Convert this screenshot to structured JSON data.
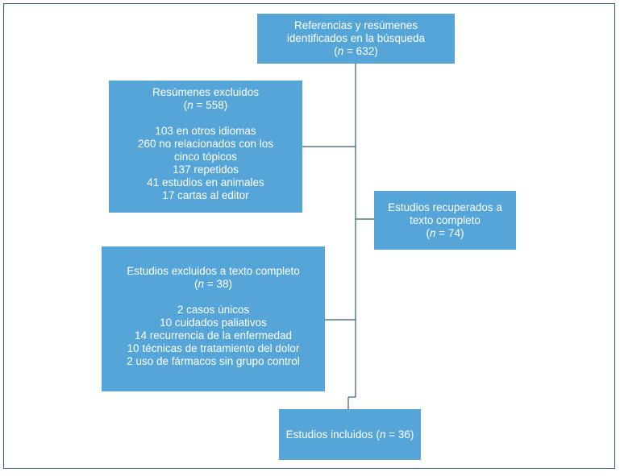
{
  "search_box": {
    "line1": "Referencias y resúmenes",
    "line2": "identificados en la búsqueda",
    "n_label": "n",
    "n_value": " = 632)"
  },
  "abstracts_excluded": {
    "title": "Resúmenes excluidos",
    "n_label": "n",
    "n_value": " = 558)",
    "reasons": [
      "103 en otros idiomas",
      "260 no relacionados con los",
      "cinco tópicos",
      "137 repetidos",
      "41 estudios en animales",
      "17 cartas al editor"
    ]
  },
  "retrieved_box": {
    "line1": "Estudios recuperados a",
    "line2": "texto completo",
    "n_label": "n",
    "n_value": " = 74)"
  },
  "fulltext_excluded": {
    "title": "Estudios excluidos a texto completo",
    "n_label": "n",
    "n_value": " = 38)",
    "reasons": [
      "2 casos únicos",
      "10 cuidados paliativos",
      "14 recurrencia de la enfermedad",
      "10 técnicas de tratamiento del dolor",
      "2 uso de fármacos sin grupo control"
    ]
  },
  "included_box": {
    "prefix": "Estudios incluidos (",
    "n_label": "n",
    "n_value": " = 36)"
  },
  "colors": {
    "box_fill": "#56a5d8",
    "line": "#2f5d73",
    "text": "#ffffff"
  }
}
